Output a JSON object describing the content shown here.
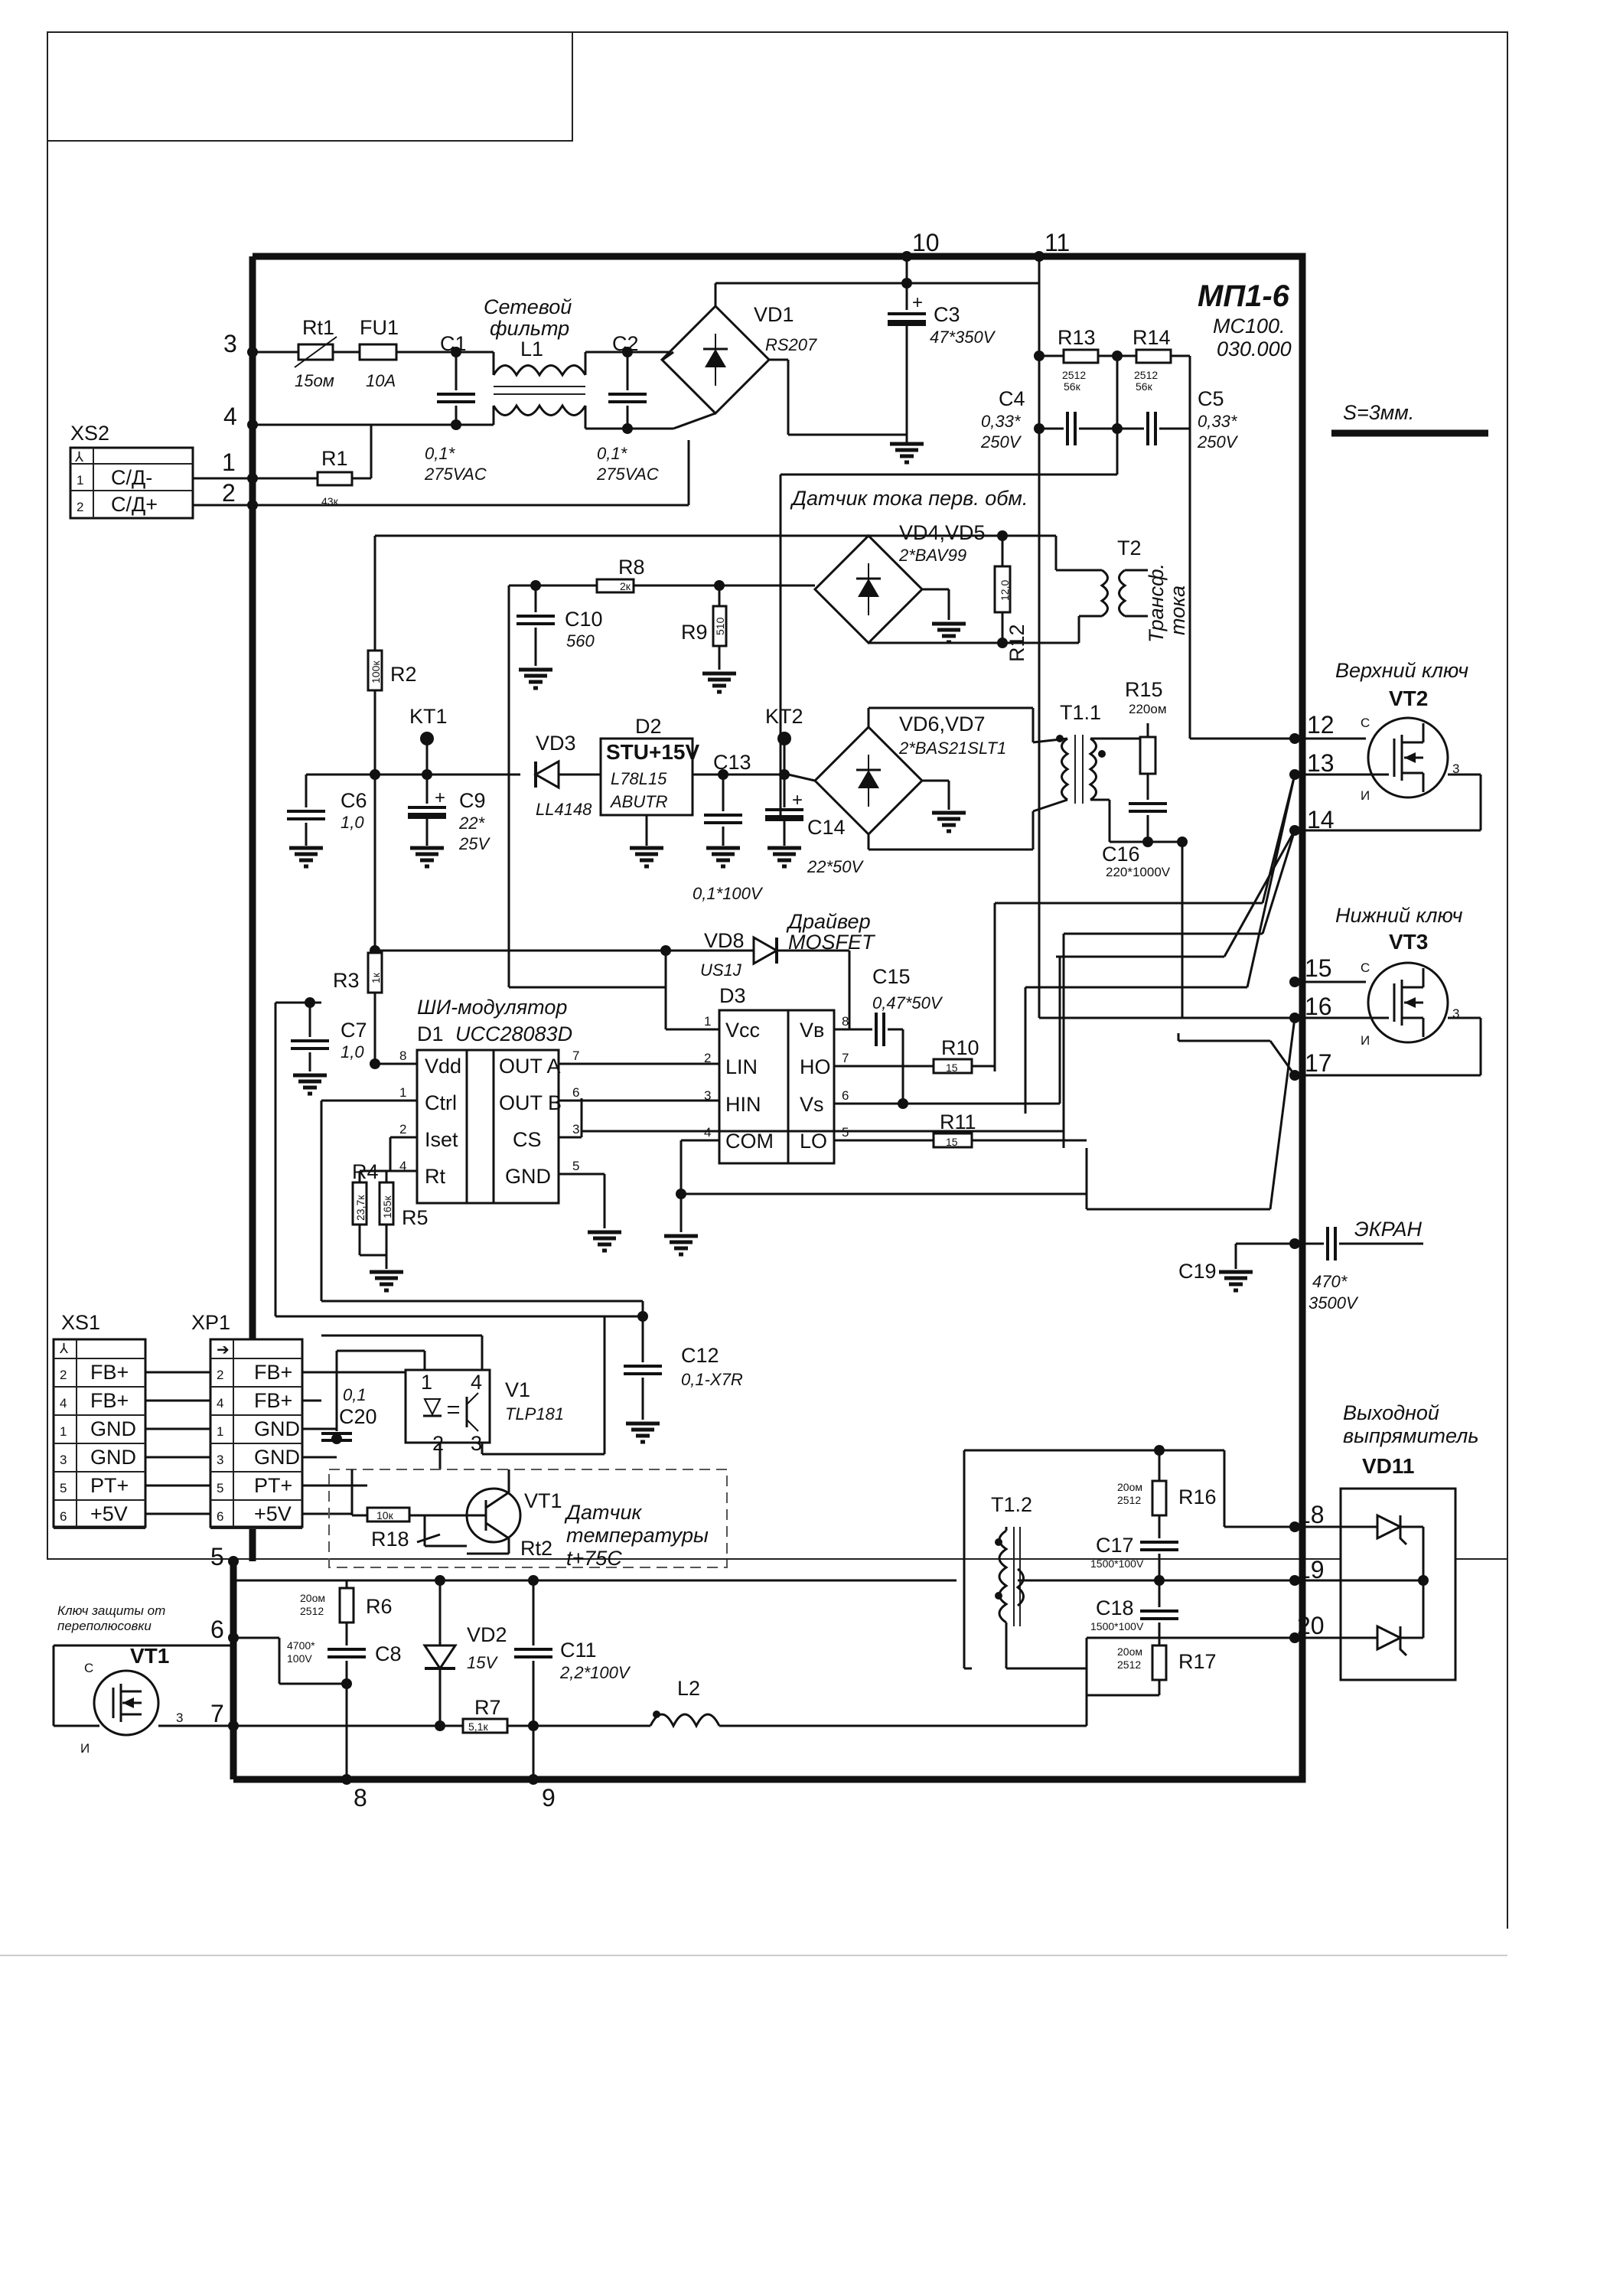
{
  "title": "МП1-6",
  "code": [
    "МС100.",
    "030.000"
  ],
  "note_s": "S=3мм.",
  "nodes": [
    "1",
    "2",
    "3",
    "4",
    "5",
    "6",
    "7",
    "8",
    "9",
    "10",
    "11",
    "12",
    "13",
    "14",
    "15",
    "16",
    "17",
    "18",
    "19",
    "20"
  ],
  "xs2": {
    "name": "XS2",
    "rows": [
      {
        "n": "1",
        "s": "С/Д-"
      },
      {
        "n": "2",
        "s": "С/Д+"
      }
    ]
  },
  "xs1": {
    "name": "XS1",
    "rows": [
      {
        "n": "2",
        "s": "FB+"
      },
      {
        "n": "4",
        "s": "FB+"
      },
      {
        "n": "1",
        "s": "GND"
      },
      {
        "n": "3",
        "s": "GND"
      },
      {
        "n": "5",
        "s": "PT+"
      },
      {
        "n": "6",
        "s": "+5V"
      }
    ]
  },
  "xp1": {
    "name": "XP1",
    "rows": [
      {
        "n": "2",
        "s": "FB+"
      },
      {
        "n": "4",
        "s": "FB+"
      },
      {
        "n": "1",
        "s": "GND"
      },
      {
        "n": "3",
        "s": "GND"
      },
      {
        "n": "5",
        "s": "PT+"
      },
      {
        "n": "6",
        "s": "+5V"
      }
    ]
  },
  "labels": {
    "net_filter": [
      "Сетевой",
      "фильтр"
    ],
    "rt1": "Rt1",
    "rt1_v": "15ом",
    "fu1": "FU1",
    "fu1_v": "10A",
    "c1": "C1",
    "c1_v": [
      "0,1*",
      "275VAC"
    ],
    "l1": "L1",
    "c2": "C2",
    "c2_v": [
      "0,1*",
      "275VAC"
    ],
    "vd1": "VD1",
    "vd1_v": "RS207",
    "c3": "C3",
    "c3_v": "47*350V",
    "r13": "R13",
    "r14": "R14",
    "r13_v": [
      "2512",
      "56к"
    ],
    "r14_v": [
      "2512",
      "56к"
    ],
    "c4": "C4",
    "c4_v": [
      "0,33*",
      "250V"
    ],
    "c5": "C5",
    "c5_v": [
      "0,33*",
      "250V"
    ],
    "r1": "R1",
    "r1_v": "43к",
    "cur_sense": "Датчик тока перв. обм.",
    "vd45": "VD4,VD5",
    "vd45_v": "2*BAV99",
    "t2": "T2",
    "t2_v": [
      "Трансф.",
      "тока"
    ],
    "r12": "R12",
    "r12_v": "12,0",
    "r8": "R8",
    "r8_v": "2к",
    "c10": "C10",
    "c10_v": "560",
    "r9": "R9",
    "r9_v": "510",
    "r2": "R2",
    "r2_v": "100к",
    "kt1": "KT1",
    "kt2": "KT2",
    "vd3": "VD3",
    "vd3_v": "LL4148",
    "d2": "D2",
    "d2_box": [
      "STU+15V",
      "L78L15",
      "ABUTR"
    ],
    "c13": "C13",
    "c13_v": "0,1*100V",
    "c14": "C14",
    "c14_v": "22*50V",
    "c6": "C6",
    "c6_v": "1,0",
    "c9": "C9",
    "c9_v": [
      "22*",
      "25V"
    ],
    "vd67": "VD6,VD7",
    "vd67_v": "2*BAS21SLT1",
    "t11": "T1.1",
    "r15": "R15",
    "r15_v": "220ом",
    "c16": "C16",
    "c16_v": "220*1000V",
    "upper_key": "Верхний ключ",
    "vt2": "VT2",
    "lower_key": "Нижний ключ",
    "vt3": "VT3",
    "pin_c": "С",
    "pin_i": "И",
    "pin_3": "3",
    "driver": [
      "Драйвер",
      "MOSFET"
    ],
    "vd8": "VD8",
    "vd8_v": "US1J",
    "c15": "C15",
    "c15_v": "0,47*50V",
    "d3": "D3",
    "d3_left": [
      {
        "n": "1",
        "s": "Vcc"
      },
      {
        "n": "2",
        "s": "LIN"
      },
      {
        "n": "3",
        "s": "HIN"
      },
      {
        "n": "4",
        "s": "COM"
      }
    ],
    "d3_right": [
      {
        "n": "8",
        "s": "Vв"
      },
      {
        "n": "7",
        "s": "HO"
      },
      {
        "n": "6",
        "s": "Vs"
      },
      {
        "n": "5",
        "s": "LO"
      }
    ],
    "r10": "R10",
    "r10_v": "15",
    "r11": "R11",
    "r11_v": "15",
    "r3": "R3",
    "r3_v": "1к",
    "c7": "C7",
    "c7_v": "1,0",
    "pwm": "ШИ-модулятор",
    "d1": "D1",
    "d1_v": "UCC28083D",
    "d1_left": [
      {
        "n": "8",
        "s": "Vdd"
      },
      {
        "n": "1",
        "s": "Ctrl"
      },
      {
        "n": "2",
        "s": "Iset"
      },
      {
        "n": "4",
        "s": "Rt"
      }
    ],
    "d1_right": [
      {
        "n": "7",
        "s": "OUT A"
      },
      {
        "n": "6",
        "s": "OUT B"
      },
      {
        "n": "3",
        "s": "CS"
      },
      {
        "n": "5",
        "s": "GND"
      }
    ],
    "r4": "R4",
    "r4_v": "23,7к",
    "r5": "R5",
    "r5_v": "165к",
    "c12": "C12",
    "c12_v": "0,1-X7R",
    "ekran": "ЭКРАН",
    "c19": "C19",
    "c19_v": [
      "470*",
      "3500V"
    ],
    "v1": "V1",
    "v1_v": "TLP181",
    "c20": "C20",
    "c20_v": "0,1",
    "vt1": "VT1",
    "r18": "R18",
    "r18_v": "10к",
    "rt2": "Rt2",
    "temp": [
      "Датчик",
      "температуры",
      "t+75C"
    ],
    "out_rect": [
      "Выходной",
      "выпрямитель"
    ],
    "vd11": "VD11",
    "t12": "T1.2",
    "r16": "R16",
    "r16_v": [
      "20ом",
      "2512"
    ],
    "c17": "C17",
    "c17_v": "1500*100V",
    "c18": "C18",
    "c18_v": "1500*100V",
    "r17": "R17",
    "r17_v": [
      "20ом",
      "2512"
    ],
    "rev_key": [
      "Ключ защиты от",
      "переполюсовки"
    ],
    "r6": "R6",
    "r6_v": [
      "20ом",
      "2512"
    ],
    "c8": "C8",
    "c8_v": [
      "4700*",
      "100V"
    ],
    "vd2": "VD2",
    "vd2_v": "15V",
    "c11": "C11",
    "c11_v": "2,2*100V",
    "r7": "R7",
    "r7_v": "5,1к",
    "l2": "L2"
  }
}
